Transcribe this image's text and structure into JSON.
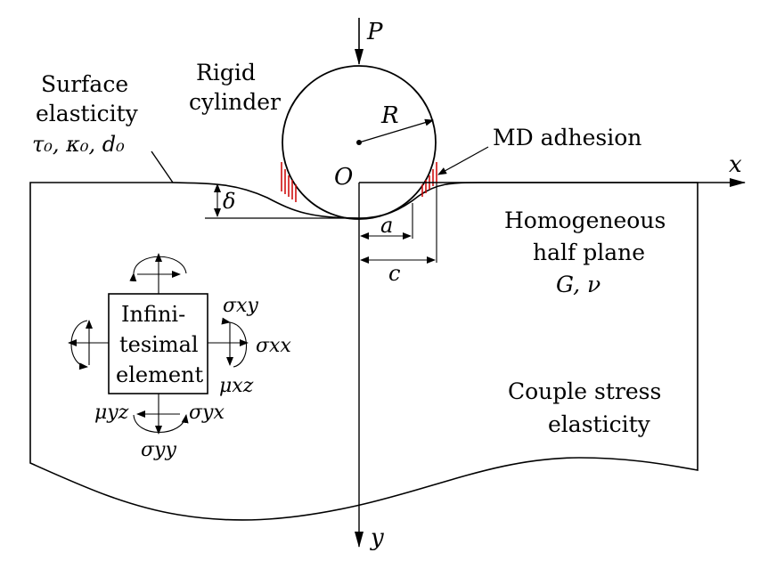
{
  "labels": {
    "load": "P",
    "rigid_line1": "Rigid",
    "rigid_line2": "cylinder",
    "radius": "R",
    "origin": "O",
    "surface_line1": "Surface",
    "surface_line2": "elasticity",
    "surface_params": "τ₀, κ₀, d₀",
    "md_adhesion": "MD adhesion",
    "x_axis": "x",
    "y_axis": "y",
    "delta": "δ",
    "a": "a",
    "c": "c",
    "homog_line1": "Homogeneous",
    "homog_line2": "half plane",
    "homog_params": "G, ν",
    "couple_line1": "Couple stress",
    "couple_line2": "elasticity",
    "element_line1": "Infini-",
    "element_line2": "tesimal",
    "element_line3": "element",
    "sigma_xy": "σxy",
    "sigma_xx": "σxx",
    "mu_xz": "μxz",
    "mu_yz": "μyz",
    "sigma_yx": "σyx",
    "sigma_yy": "σyy"
  },
  "colors": {
    "line": "#000000",
    "adhesion_hatch": "#cc0000"
  }
}
